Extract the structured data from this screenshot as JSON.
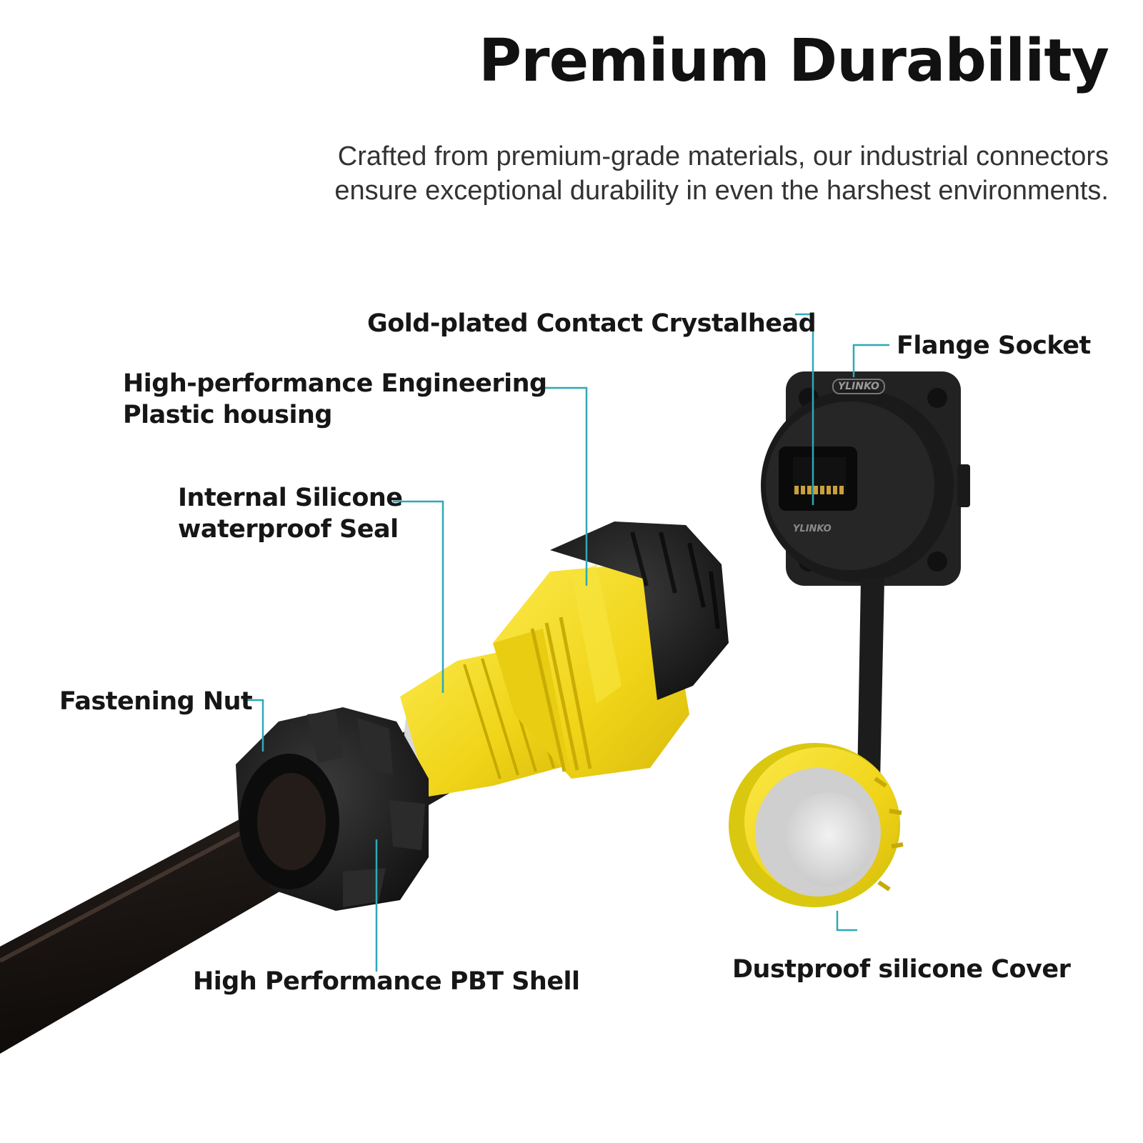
{
  "heading": {
    "title": "Premium Durability",
    "subtitle_line1": "Crafted from premium-grade materials, our  industrial  connectors",
    "subtitle_line2": "ensure exceptional  durability in even the harshest  environments."
  },
  "callouts": {
    "gold_contact": "Gold-plated Contact  Crystalhead",
    "flange_socket": "Flange Socket",
    "housing_line1": "High-performance  Engineering",
    "housing_line2": "Plastic housing",
    "seal_line1": "Internal Silicone",
    "seal_line2": "waterproof Seal",
    "fastening_nut": "Fastening Nut",
    "pbt_shell": "High Performance PBT Shell",
    "dust_cover": "Dustproof silicone Cover"
  },
  "logos": {
    "brand_top": "YLINKO",
    "brand_mid": "YLINKO"
  },
  "colors": {
    "leader_line": "#2fa8b8",
    "connector_yellow": "#f2dc1c",
    "body_black": "#1c1c1c",
    "cable": "#2a2420"
  }
}
